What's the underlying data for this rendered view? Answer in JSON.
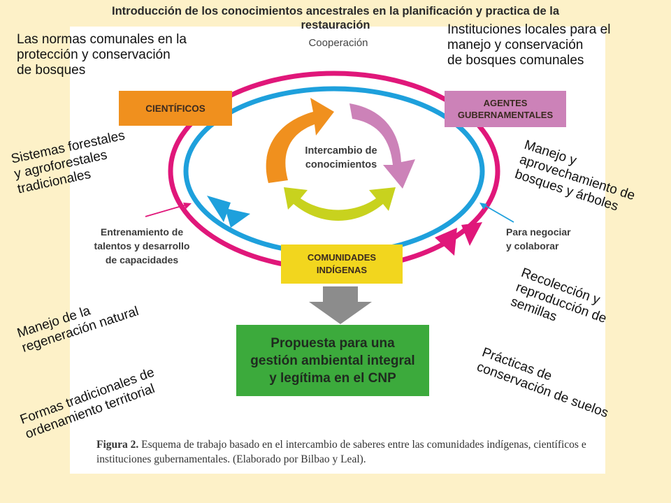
{
  "title": {
    "line1": "Introducción de los conocimientos ancestrales en la planificación y practica de la",
    "line2": "restauración"
  },
  "diagram": {
    "cooperation": "Cooperación",
    "center": [
      "Intercambio de",
      "conocimientos"
    ],
    "boxes": {
      "scientists": "CIENTÍFICOS",
      "agents": [
        "AGENTES",
        "GUBERNAMENTALES"
      ],
      "communities": [
        "COMUNIDADES",
        "INDÍGENAS"
      ],
      "proposal": [
        "Propuesta para una",
        "gestión ambiental integral",
        "y legítima en el CNP"
      ]
    },
    "left_note": [
      "Entrenamiento de",
      "talentos y desarrollo",
      "de capacidades"
    ],
    "right_note": [
      "Para negociar",
      "y colaborar"
    ],
    "caption_label": "Figura 2.",
    "caption_text": "Esquema de trabajo basado en el intercambio de saberes entre las comunidades indígenas, científicos e instituciones gubernamentales. (Elaborado por Bilbao y Leal)."
  },
  "annotations": {
    "top_left": [
      "Las normas comunales en la",
      "protección y conservación",
      "de bosques"
    ],
    "top_right": [
      "Instituciones locales para el",
      "manejo y conservación",
      "de bosques comunales"
    ],
    "mid_left": [
      "Sistemas forestales",
      "y agroforestales",
      "tradicionales"
    ],
    "mid_right": [
      "Manejo y",
      "aprovechamiento de",
      "bosques y árboles"
    ],
    "low_left": [
      "Manejo de la",
      "regeneración natural"
    ],
    "low_right": [
      "Recolección y",
      "reproducción de",
      "semillas"
    ],
    "bottom_left": [
      "Formas tradicionales de",
      "ordenamiento territorial"
    ],
    "bottom_right": [
      "Prácticas de",
      "conservación de suelos"
    ]
  },
  "colors": {
    "background": "#fdf1c8",
    "magenta": "#e0177a",
    "blue": "#1ea0dc",
    "orange": "#f0901e",
    "pink": "#cc82b8",
    "lime": "#c8d21e",
    "yellow_box": "#f2d61e",
    "green_box": "#3caa3c",
    "gray_arrow": "#8c8c8c"
  }
}
